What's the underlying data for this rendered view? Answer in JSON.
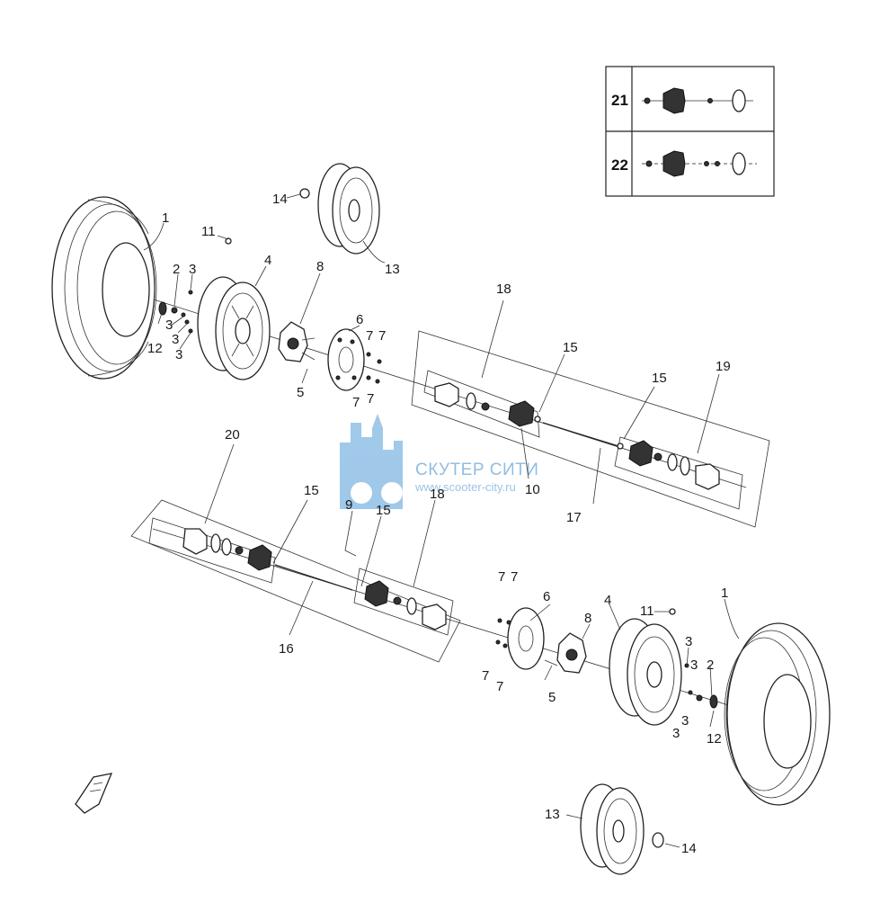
{
  "diagram": {
    "callouts_top": {
      "n1": "1",
      "n2": "2",
      "n3a": "3",
      "n3b": "3",
      "n3c": "3",
      "n3d": "3",
      "n4": "4",
      "n5": "5",
      "n6": "6",
      "n7a": "7",
      "n7b": "7",
      "n7c": "7",
      "n7d": "7",
      "n8": "8",
      "n10": "10",
      "n11": "11",
      "n12": "12",
      "n13": "13",
      "n14": "14",
      "n15a": "15",
      "n15b": "15",
      "n17": "17",
      "n18": "18",
      "n19": "19"
    },
    "callouts_bottom": {
      "n1": "1",
      "n2": "2",
      "n3a": "3",
      "n3b": "3",
      "n3c": "3",
      "n3d": "3",
      "n4": "4",
      "n5": "5",
      "n6": "6",
      "n7a": "7",
      "n7b": "7",
      "n7c": "7",
      "n7d": "7",
      "n8": "8",
      "n9": "9",
      "n11": "11",
      "n12": "12",
      "n13": "13",
      "n14": "14",
      "n15a": "15",
      "n15b": "15",
      "n16": "16",
      "n18": "18",
      "n20": "20"
    },
    "legend_box": {
      "row1": "21",
      "row2": "22"
    },
    "watermark": {
      "title": "СКУТЕР СИТИ",
      "url": "www.scooter-city.ru",
      "color": "#7fb1dc"
    }
  }
}
